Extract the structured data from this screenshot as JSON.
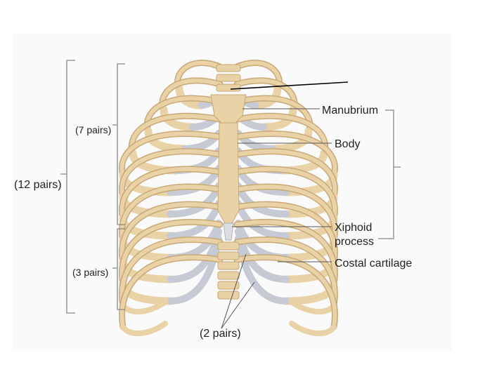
{
  "labels": {
    "total_ribs": "(12 pairs)",
    "true_ribs": "(7 pairs)",
    "false_ribs": "(3 pairs)",
    "floating_ribs": "(2 pairs)",
    "manubrium": "Manubrium",
    "body": "Body",
    "xiphoid_line1": "Xiphoid",
    "xiphoid_line2": "process",
    "costal_cartilage": "Costal cartilage"
  },
  "colors": {
    "bone": "#e9d2a6",
    "bone_shadow": "#c9a878",
    "cartilage": "#c6cad4",
    "bracket": "#888888",
    "leader": "#555555",
    "blank_pointer": "#000000"
  }
}
